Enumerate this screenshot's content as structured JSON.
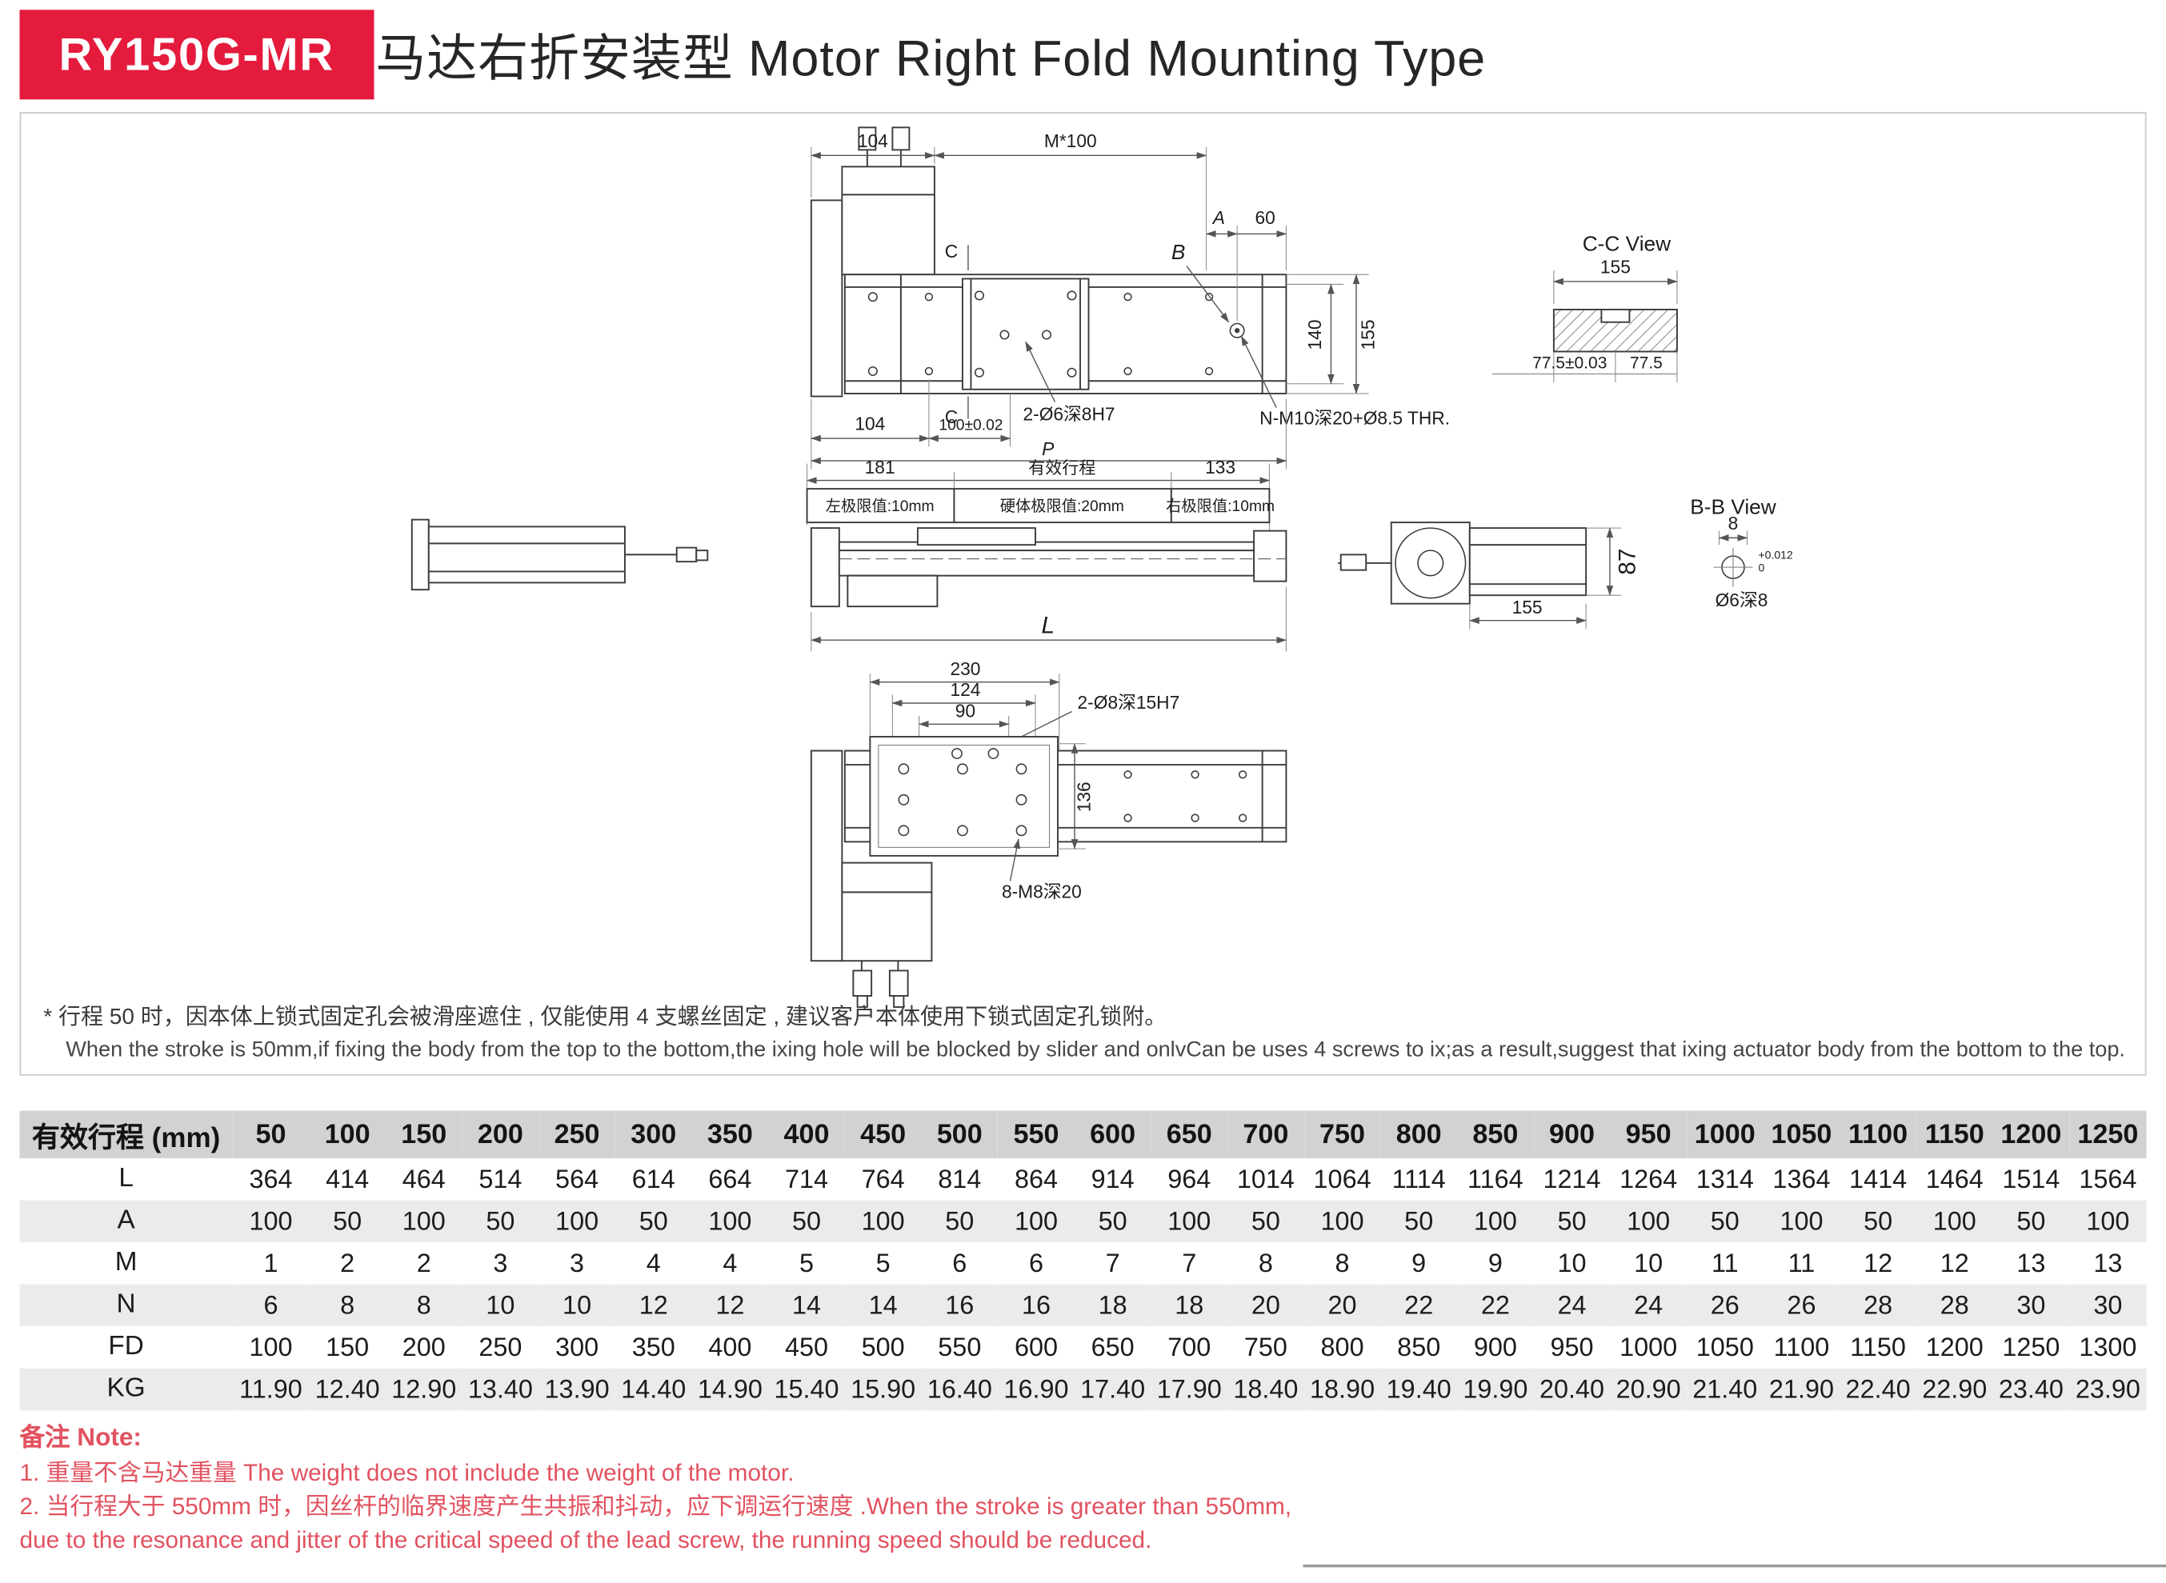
{
  "header": {
    "model": "RY150G-MR",
    "title": "马达右折安装型 Motor Right Fold Mounting Type"
  },
  "colors": {
    "accent_red": "#e41b3d",
    "note_red": "#e25260",
    "table_header_bg": "#d2d2d2",
    "table_zebra_bg": "#ebebeb"
  },
  "drawing": {
    "top": {
      "dim104_top": "104",
      "dimM100": "M*100",
      "labelA": "A",
      "dim60": "60",
      "labelB": "B",
      "labelC": "C",
      "dim140": "140",
      "dim155": "155",
      "holes": "2-Ø6深8H7",
      "thr": "N-M10深20+Ø8.5 THR.",
      "dim104_bot": "104",
      "dim100": "100±0.02",
      "dimP": "P"
    },
    "cc": {
      "title": "C-C View",
      "dim155": "155",
      "dim775tol": "77.5±0.03",
      "dim775": "77.5"
    },
    "side": {
      "dim181": "181",
      "stroke_label": "有效行程",
      "dim133": "133",
      "limit_left": "左极限值:10mm",
      "limit_hard": "硬体极限值:20mm",
      "limit_right": "右极限值:10mm",
      "dimL": "L",
      "dim155": "155",
      "dim87": "87"
    },
    "bb": {
      "title": "B-B View",
      "dim8": "8",
      "tol_up": "+0.012",
      "tol_dn": "0",
      "hole": "Ø6深8"
    },
    "bottom": {
      "dim230": "230",
      "dim124": "124",
      "dim90": "90",
      "holes": "2-Ø8深15H7",
      "dim136": "136",
      "m8": "8-M8深20"
    }
  },
  "asterisk_note": {
    "zh": "* 行程 50 时，因本体上锁式固定孔会被滑座遮住 , 仅能使用 4 支螺丝固定 , 建议客户本体使用下锁式固定孔锁附。",
    "en": "When the stroke is 50mm,if fixing the body from the top to the bottom,the ixing hole will be blocked by slider and onlvCan be uses 4 screws to ix;as a result,suggest that ixing actuator body from the bottom to the top."
  },
  "table": {
    "header_label": "有效行程 (mm)",
    "strokes": [
      "50",
      "100",
      "150",
      "200",
      "250",
      "300",
      "350",
      "400",
      "450",
      "500",
      "550",
      "600",
      "650",
      "700",
      "750",
      "800",
      "850",
      "900",
      "950",
      "1000",
      "1050",
      "1100",
      "1150",
      "1200",
      "1250"
    ],
    "rows": [
      {
        "label": "L",
        "values": [
          "364",
          "414",
          "464",
          "514",
          "564",
          "614",
          "664",
          "714",
          "764",
          "814",
          "864",
          "914",
          "964",
          "1014",
          "1064",
          "1114",
          "1164",
          "1214",
          "1264",
          "1314",
          "1364",
          "1414",
          "1464",
          "1514",
          "1564"
        ]
      },
      {
        "label": "A",
        "values": [
          "100",
          "50",
          "100",
          "50",
          "100",
          "50",
          "100",
          "50",
          "100",
          "50",
          "100",
          "50",
          "100",
          "50",
          "100",
          "50",
          "100",
          "50",
          "100",
          "50",
          "100",
          "50",
          "100",
          "50",
          "100"
        ]
      },
      {
        "label": "M",
        "values": [
          "1",
          "2",
          "2",
          "3",
          "3",
          "4",
          "4",
          "5",
          "5",
          "6",
          "6",
          "7",
          "7",
          "8",
          "8",
          "9",
          "9",
          "10",
          "10",
          "11",
          "11",
          "12",
          "12",
          "13",
          "13"
        ]
      },
      {
        "label": "N",
        "values": [
          "6",
          "8",
          "8",
          "10",
          "10",
          "12",
          "12",
          "14",
          "14",
          "16",
          "16",
          "18",
          "18",
          "20",
          "20",
          "22",
          "22",
          "24",
          "24",
          "26",
          "26",
          "28",
          "28",
          "30",
          "30"
        ]
      },
      {
        "label": "FD",
        "values": [
          "100",
          "150",
          "200",
          "250",
          "300",
          "350",
          "400",
          "450",
          "500",
          "550",
          "600",
          "650",
          "700",
          "750",
          "800",
          "850",
          "900",
          "950",
          "1000",
          "1050",
          "1100",
          "1150",
          "1200",
          "1250",
          "1300"
        ]
      },
      {
        "label": "KG",
        "values": [
          "11.90",
          "12.40",
          "12.90",
          "13.40",
          "13.90",
          "14.40",
          "14.90",
          "15.40",
          "15.90",
          "16.40",
          "16.90",
          "17.40",
          "17.90",
          "18.40",
          "18.90",
          "19.40",
          "19.90",
          "20.40",
          "20.90",
          "21.40",
          "21.90",
          "22.40",
          "22.90",
          "23.40",
          "23.90"
        ]
      }
    ]
  },
  "notes": {
    "title": "备注 Note:",
    "line1": "1. 重量不含马达重量 The weight does not include the weight of the motor.",
    "line2": "2. 当行程大于 550mm 时，因丝杆的临界速度产生共振和抖动，应下调运行速度 .When the stroke is greater than 550mm,",
    "line3": "due to the resonance and jitter of the critical speed of the lead screw, the running speed should be reduced."
  }
}
